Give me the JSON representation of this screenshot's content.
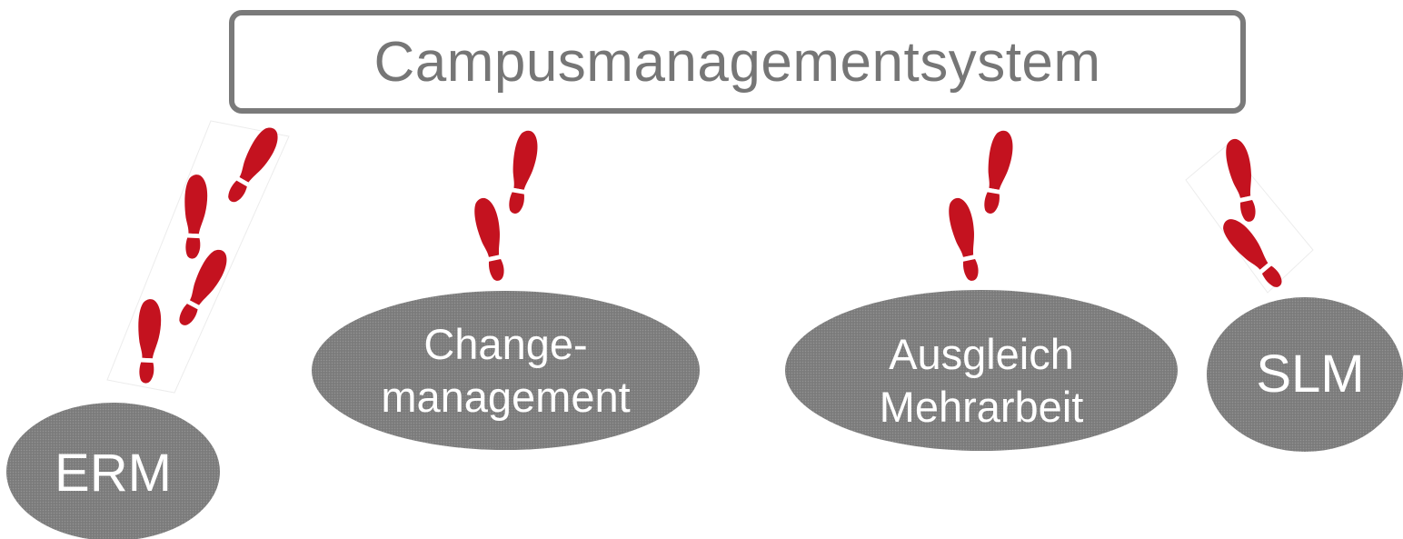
{
  "title": "Campusmanagementsystem",
  "nodes": {
    "erm": "ERM",
    "change": "Change-\nmanagement",
    "ausgleich": "Ausgleich\nMehrarbeit",
    "slm": "SLM"
  },
  "colors": {
    "ellipse_fill": "#7b7b7b",
    "title_border": "#7a7a7a",
    "title_text": "#767676",
    "footprint": "#c4121f"
  },
  "icons": [
    "footprint-icon"
  ]
}
